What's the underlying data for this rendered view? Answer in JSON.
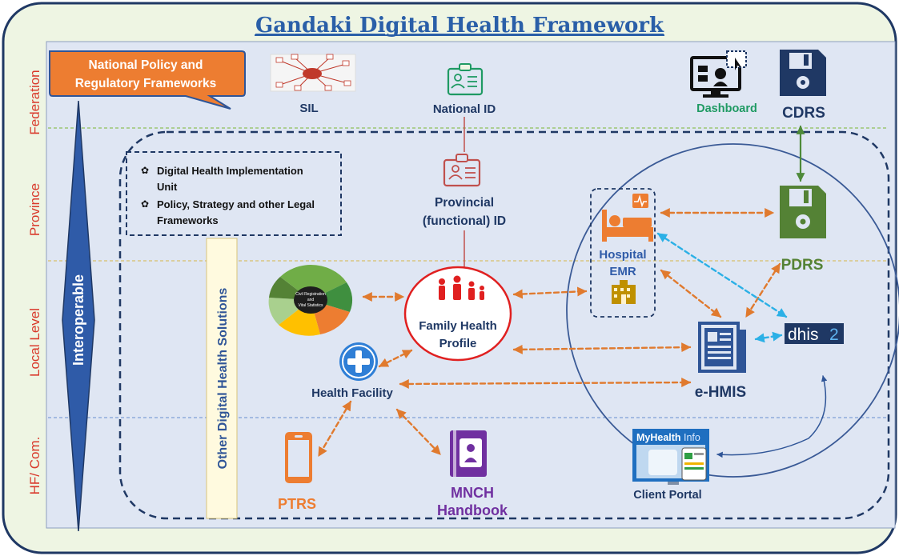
{
  "title": "Gandaki Digital Health Framework",
  "levels": {
    "federation": "Federation",
    "province": "Province",
    "local": "Local Level",
    "hf": "HF/ Com."
  },
  "interoperable": "Interoperable",
  "other_solutions": "Other Digital Health Solutions",
  "callout": {
    "line1": "National Policy and",
    "line2": "Regulatory Frameworks"
  },
  "sil": "SIL",
  "national_id": "National ID",
  "dashboard": "Dashboard",
  "cdrs": "CDRS",
  "implementation_box": {
    "item1_line1": "Digital Health Implementation",
    "item1_line2": "Unit",
    "item2_line1": "Policy, Strategy and other Legal",
    "item2_line2": "Frameworks"
  },
  "provincial_id": {
    "line1": "Provincial",
    "line2": "(functional) ID"
  },
  "hospital_emr": {
    "line1": "Hospital",
    "line2": "EMR"
  },
  "pdrs": "PDRS",
  "crvs_wheel": {
    "center_line1": "Civil Registration",
    "center_line2": "and",
    "center_line3": "Vital Statistics"
  },
  "family_health_profile": {
    "line1": "Family Health",
    "line2": "Profile"
  },
  "dhis2": {
    "prefix": "dhis",
    "suffix": "2"
  },
  "health_facility": "Health Facility",
  "ehmis": "e-HMIS",
  "ptrs": "PTRS",
  "mnch": {
    "line1": "MNCH",
    "line2": "Handbook"
  },
  "client_portal": {
    "app_name_bold": "MyHealth",
    "app_name_light": "Info",
    "label": "Client Portal"
  },
  "colors": {
    "panel_bg": "#dfe6f3",
    "outer_bg": "#eef5e3",
    "navy": "#1f3864",
    "orange": "#e07a2e",
    "red_level": "#d9392b",
    "green": "#4e8a3a",
    "teal_green": "#1f9a63",
    "purple": "#7030a0",
    "light_blue": "#2bb0e6",
    "dhis_bg": "#1f3864"
  }
}
